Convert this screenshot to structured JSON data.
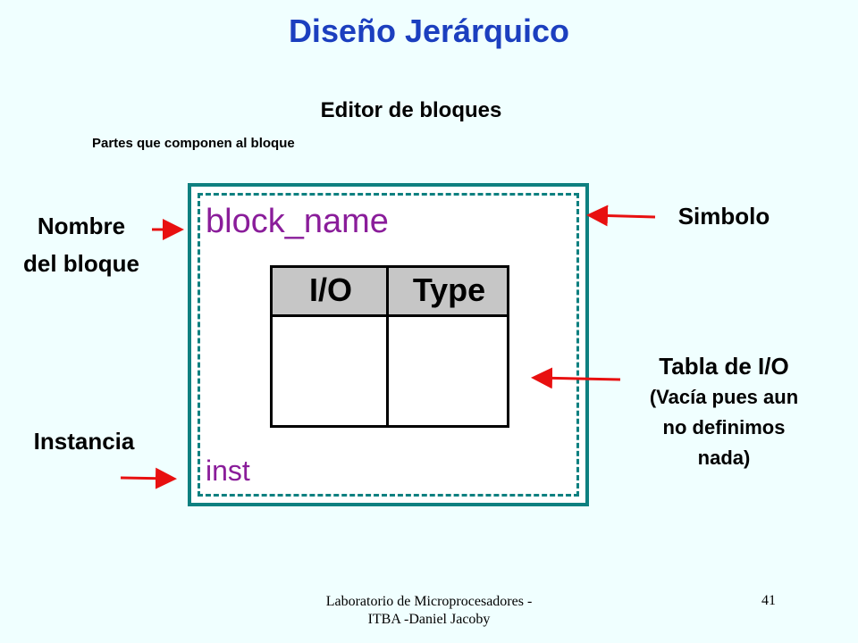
{
  "slide": {
    "title": "Diseño Jerárquico",
    "subtitle": "Editor de bloques",
    "parts_caption": "Partes que componen al bloque"
  },
  "labels": {
    "nombre_line1": "Nombre",
    "nombre_line2": "del bloque",
    "simbolo": "Simbolo",
    "tabla_line1": "Tabla de I/O",
    "tabla_line2": "(Vacía pues aun",
    "tabla_line3": "no definimos",
    "tabla_line4": "nada)",
    "instancia": "Instancia"
  },
  "block": {
    "name": "block_name",
    "instance": "inst",
    "table_headers": [
      "I/O",
      "Type"
    ]
  },
  "footer": {
    "line1": "Laboratorio de Microprocesadores -",
    "line2": "ITBA -Daniel Jacoby",
    "page_number": "41"
  },
  "colors": {
    "title": "#1c3fbf",
    "block_border": "#0e8080",
    "block_text": "#8a1d9a",
    "arrow": "#e81010",
    "background": "#f0ffff"
  }
}
